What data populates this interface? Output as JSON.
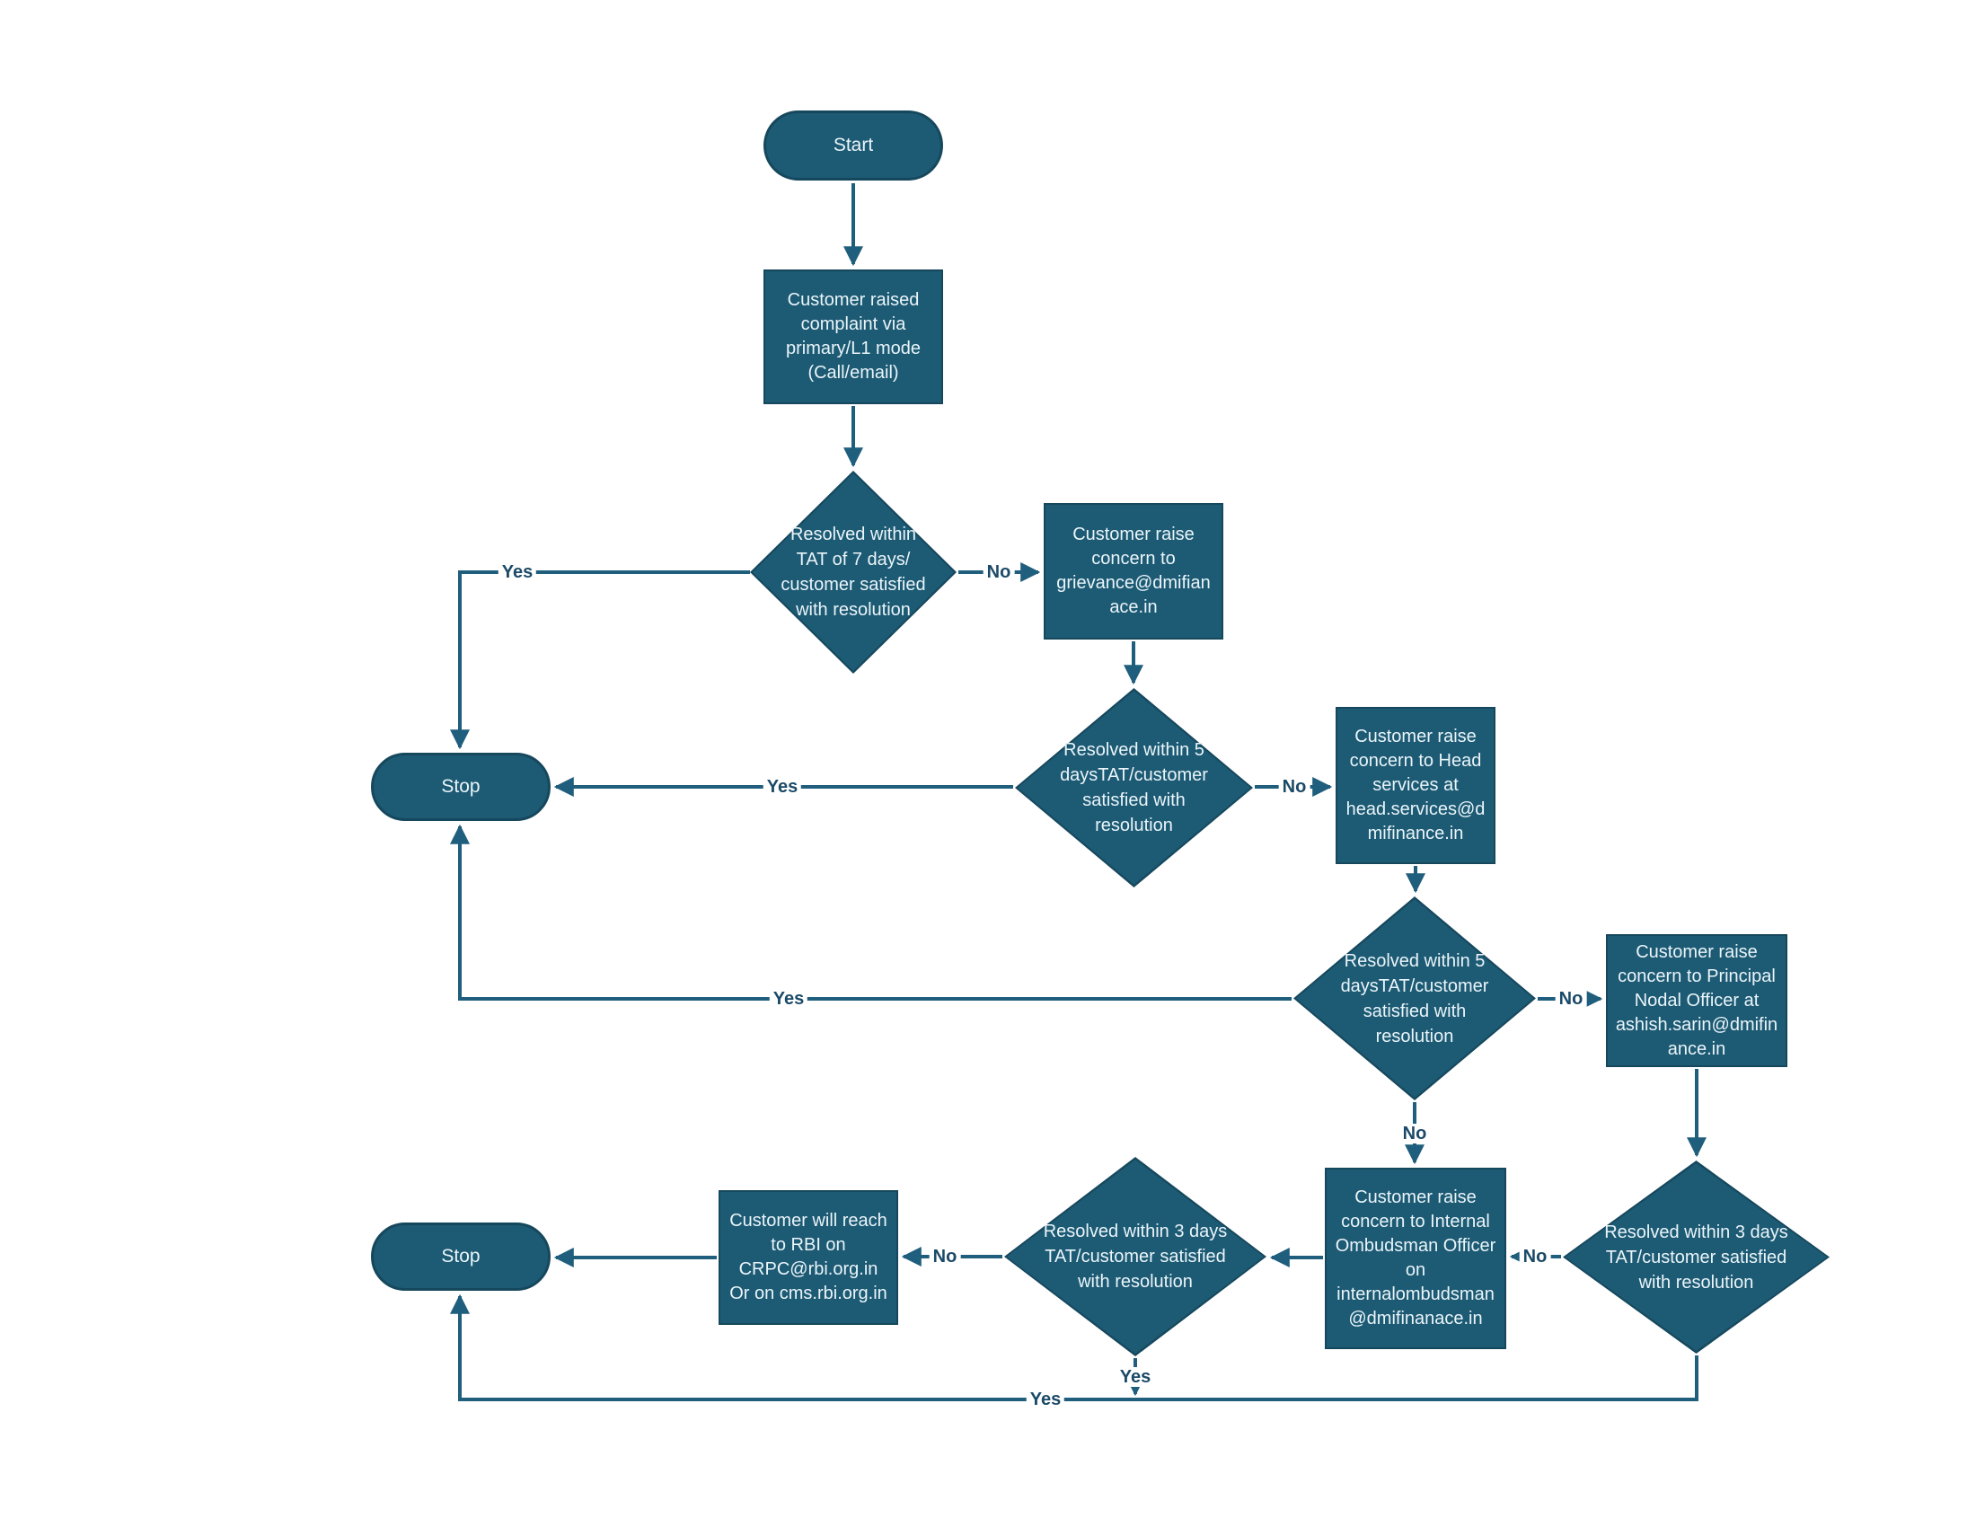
{
  "meta": {
    "description": "Customer complaint escalation flowchart"
  },
  "colors": {
    "shape_fill": "#1d5a74",
    "shape_border": "#16485d",
    "connector": "#1f5e7c",
    "label_text": "#1b4a68",
    "node_text": "#eaf5f9",
    "background": "#ffffff"
  },
  "nodes": {
    "start": {
      "type": "terminator",
      "label": "Start"
    },
    "complaint": {
      "type": "process",
      "label": "Customer raised complaint via primary/L1 mode (Call/email)"
    },
    "d1": {
      "type": "decision",
      "label": "Resolved within TAT of 7 days/ customer satisfied with resolution"
    },
    "grievance": {
      "type": "process",
      "label": "Customer raise concern to grievance@dmifianace.in"
    },
    "stop1": {
      "type": "terminator",
      "label": "Stop"
    },
    "d2": {
      "type": "decision",
      "label": "Resolved within 5 daysTAT/customer satisfied with resolution"
    },
    "head_services": {
      "type": "process",
      "label": "Customer raise concern to Head services at head.services@dmifinance.in"
    },
    "d3": {
      "type": "decision",
      "label": "Resolved within 5 daysTAT/customer satisfied with resolution"
    },
    "pno": {
      "type": "process",
      "label": "Customer raise concern to Principal Nodal Officer at ashish.sarin@dmifinance.in"
    },
    "io": {
      "type": "process",
      "label": "Customer raise concern to Internal Ombudsman Officer on internalombudsman@dmifinanace.in"
    },
    "d4": {
      "type": "decision",
      "label": "Resolved within 3 days TAT/customer satisfied with resolution"
    },
    "d5": {
      "type": "decision",
      "label": "Resolved within 3 days TAT/customer satisfied with resolution"
    },
    "rbi": {
      "type": "process",
      "label": "Customer will reach to RBI on CRPC@rbi.org.in Or on cms.rbi.org.in"
    },
    "stop2": {
      "type": "terminator",
      "label": "Stop"
    }
  },
  "edges": {
    "start_complaint": {
      "from": "start",
      "to": "complaint",
      "label": ""
    },
    "complaint_d1": {
      "from": "complaint",
      "to": "d1",
      "label": ""
    },
    "d1_stop1": {
      "from": "d1",
      "to": "stop1",
      "label": "Yes"
    },
    "d1_grievance": {
      "from": "d1",
      "to": "grievance",
      "label": "No"
    },
    "grievance_d2": {
      "from": "grievance",
      "to": "d2",
      "label": ""
    },
    "d2_stop1": {
      "from": "d2",
      "to": "stop1",
      "label": "Yes"
    },
    "d2_head": {
      "from": "d2",
      "to": "head_services",
      "label": "No"
    },
    "head_d3": {
      "from": "head_services",
      "to": "d3",
      "label": ""
    },
    "d3_stop1": {
      "from": "d3",
      "to": "stop1",
      "label": "Yes"
    },
    "d3_pno": {
      "from": "d3",
      "to": "pno",
      "label": "No"
    },
    "d3_io": {
      "from": "d3",
      "to": "io",
      "label": "No"
    },
    "pno_d4": {
      "from": "pno",
      "to": "d4",
      "label": ""
    },
    "d4_io": {
      "from": "d4",
      "to": "io",
      "label": "No"
    },
    "io_d5": {
      "from": "io",
      "to": "d5",
      "label": ""
    },
    "d5_rbi": {
      "from": "d5",
      "to": "rbi",
      "label": "No"
    },
    "rbi_stop2": {
      "from": "rbi",
      "to": "stop2",
      "label": ""
    },
    "d5_join": {
      "from": "d5",
      "to": "stop2",
      "label": "Yes"
    },
    "d4_stop2": {
      "from": "d4",
      "to": "stop2",
      "label": "Yes"
    }
  }
}
